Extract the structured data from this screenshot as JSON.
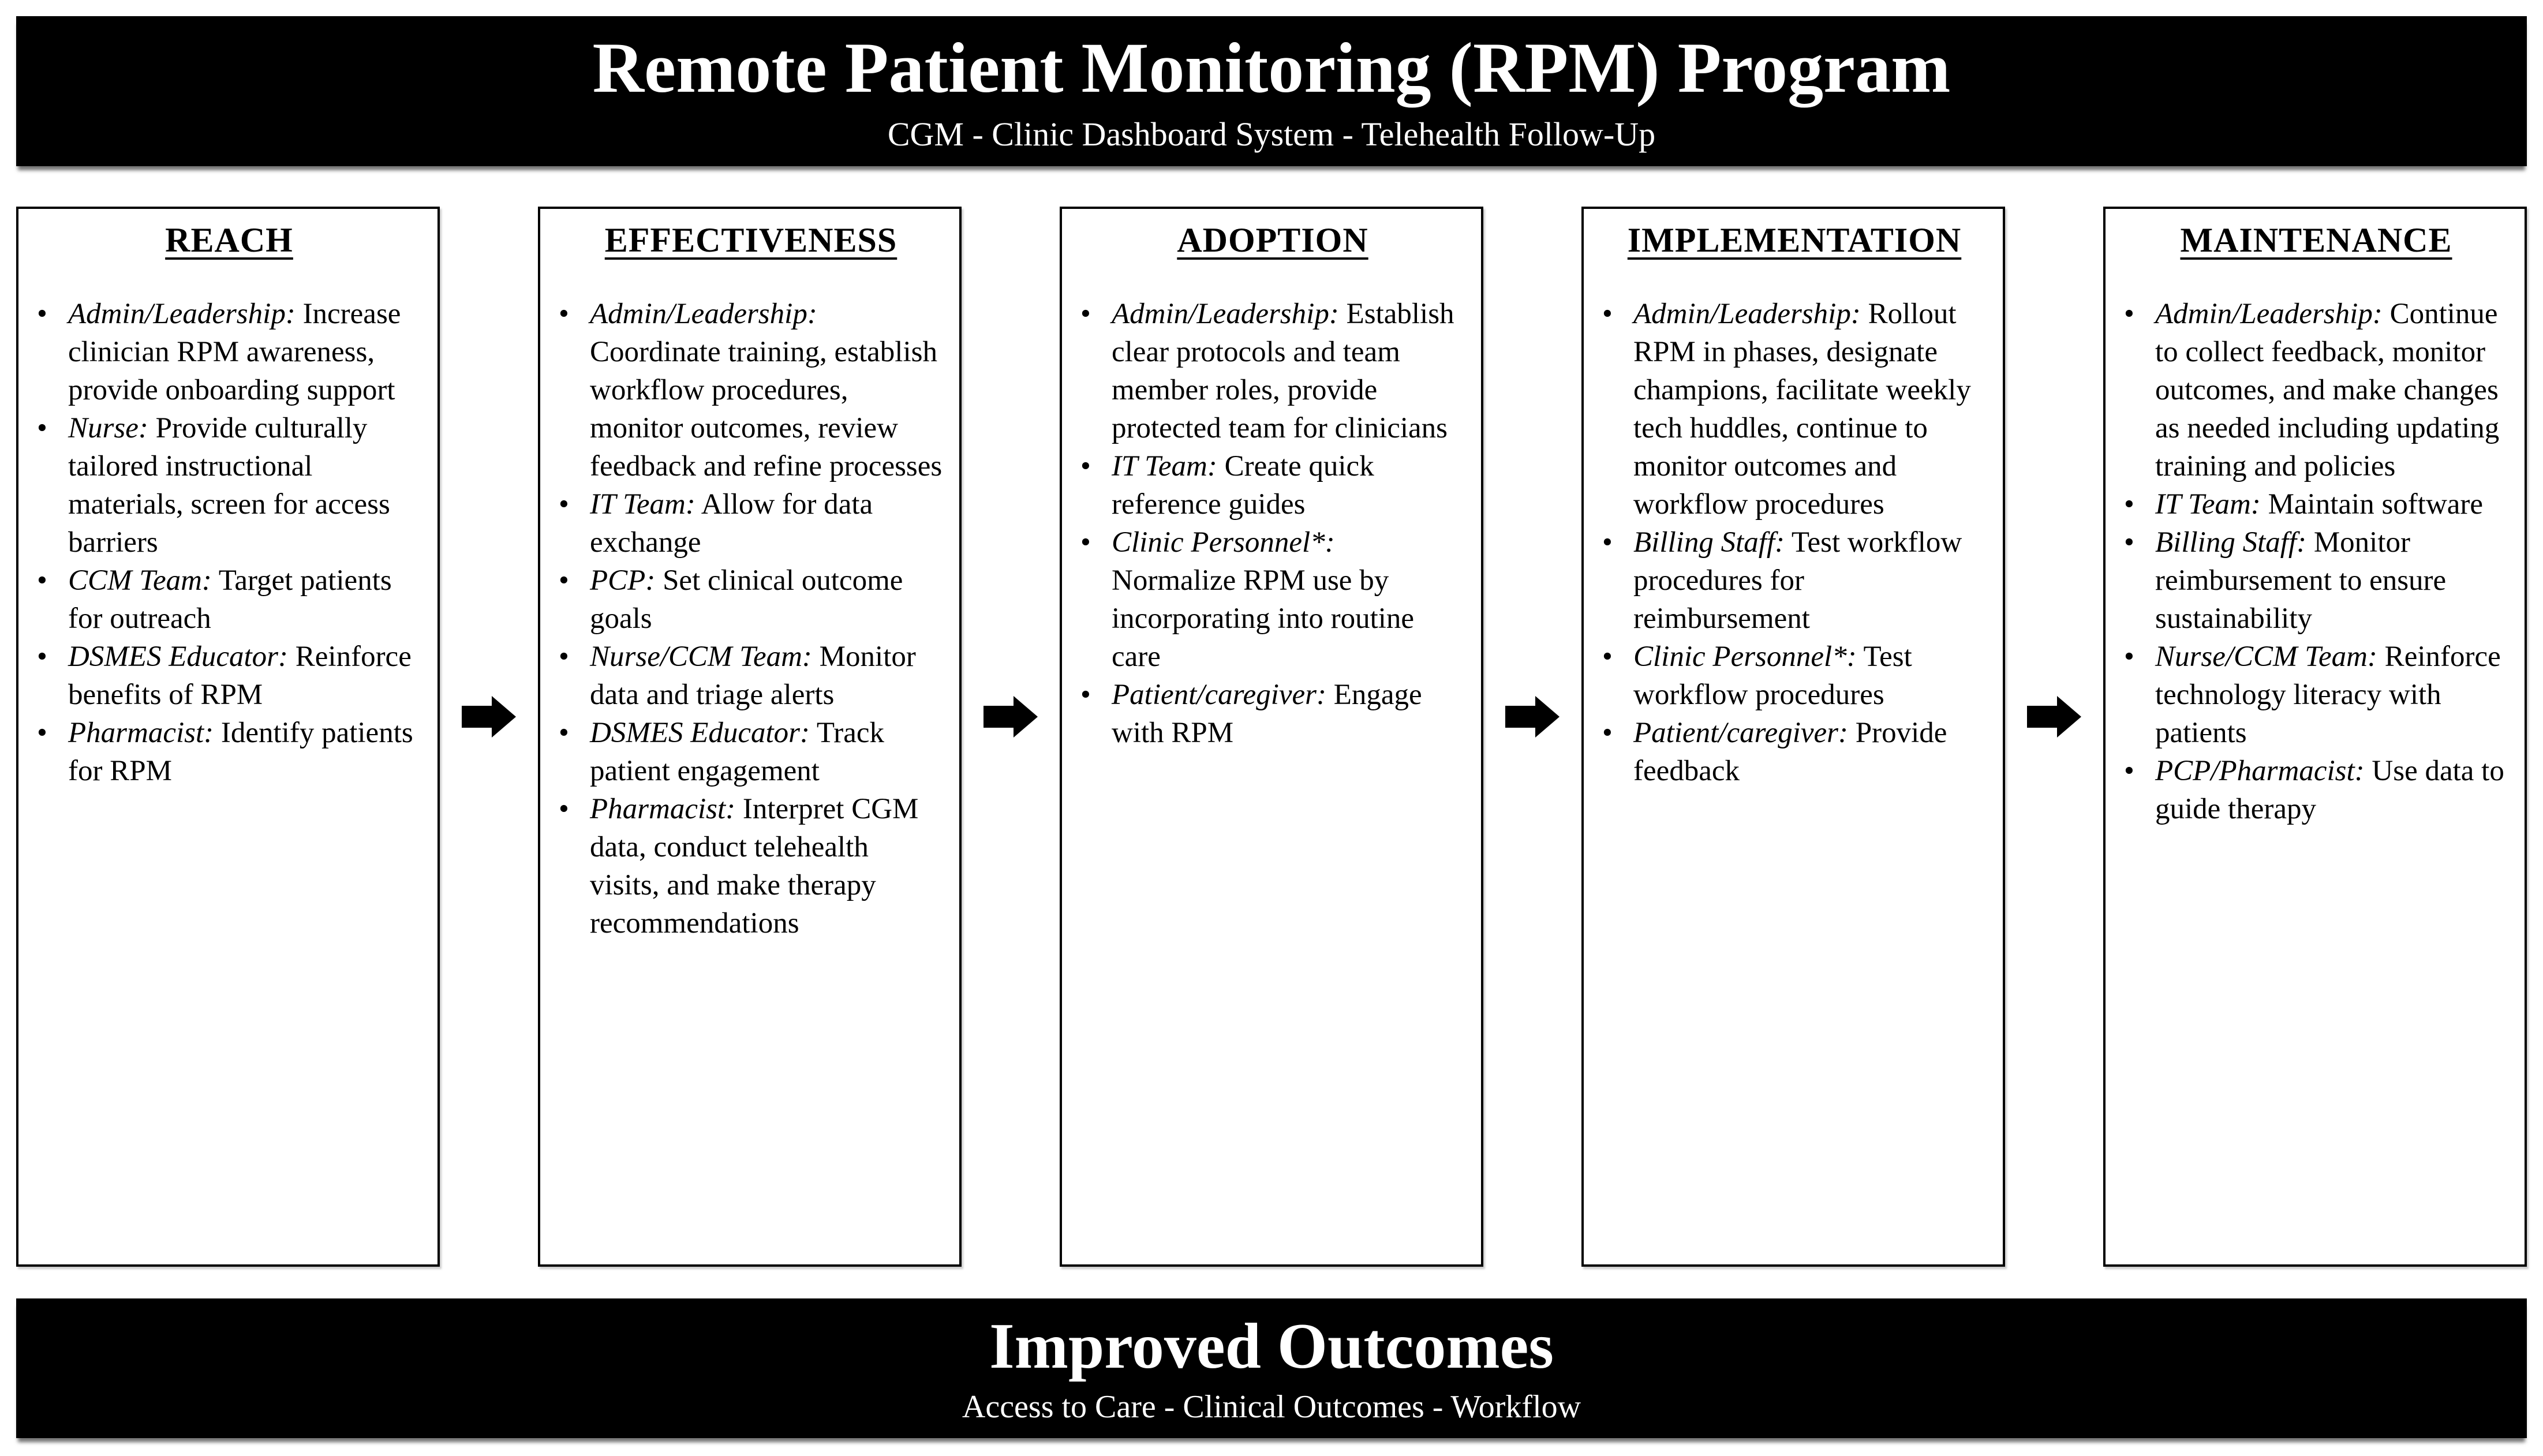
{
  "header": {
    "title": "Remote Patient Monitoring (RPM) Program",
    "subtitle": "CGM - Clinic Dashboard System - Telehealth Follow-Up"
  },
  "columns": [
    {
      "id": "reach",
      "title": "REACH",
      "items": [
        {
          "role": "Admin/Leadership:",
          "text": "Increase clinician RPM awareness, provide onboarding support"
        },
        {
          "role": "Nurse:",
          "text": "Provide culturally tailored instructional materials, screen for access barriers"
        },
        {
          "role": "CCM Team:",
          "text": "Target patients for outreach"
        },
        {
          "role": "DSMES Educator:",
          "text": "Reinforce benefits of RPM"
        },
        {
          "role": "Pharmacist:",
          "text": "Identify patients for RPM"
        }
      ]
    },
    {
      "id": "effectiveness",
      "title": "EFFECTIVENESS",
      "items": [
        {
          "role": "Admin/Leadership:",
          "text": "Coordinate training, establish workflow procedures, monitor outcomes, review feedback and refine processes"
        },
        {
          "role": "IT Team:",
          "text": "Allow for data exchange"
        },
        {
          "role": "PCP:",
          "text": "Set clinical outcome goals"
        },
        {
          "role": "Nurse/CCM Team:",
          "text": "Monitor data and triage alerts"
        },
        {
          "role": "DSMES Educator:",
          "text": "Track patient engagement"
        },
        {
          "role": "Pharmacist:",
          "text": "Interpret CGM data, conduct telehealth visits, and make therapy recommendations"
        }
      ]
    },
    {
      "id": "adoption",
      "title": "ADOPTION",
      "items": [
        {
          "role": "Admin/Leadership:",
          "text": "Establish clear protocols and team member roles, provide protected team for clinicians"
        },
        {
          "role": "IT Team:",
          "text": "Create quick reference guides"
        },
        {
          "role": "Clinic Personnel*:",
          "text": "Normalize RPM use by incorporating into routine care"
        },
        {
          "role": "Patient/caregiver:",
          "text": "Engage with RPM"
        }
      ]
    },
    {
      "id": "implementation",
      "title": "IMPLEMENTATION",
      "items": [
        {
          "role": "Admin/Leadership:",
          "text": "Rollout RPM in phases, designate champions, facilitate weekly tech huddles, continue to monitor outcomes and workflow procedures"
        },
        {
          "role": "Billing Staff:",
          "text": "Test workflow procedures for reimbursement"
        },
        {
          "role": "Clinic Personnel*:",
          "text": "Test workflow procedures"
        },
        {
          "role": "Patient/caregiver:",
          "text": "Provide feedback"
        }
      ]
    },
    {
      "id": "maintenance",
      "title": "MAINTENANCE",
      "items": [
        {
          "role": "Admin/Leadership:",
          "text": "Continue to collect feedback, monitor outcomes, and make changes as needed including updating training and policies"
        },
        {
          "role": "IT Team:",
          "text": "Maintain software"
        },
        {
          "role": "Billing Staff:",
          "text": "Monitor reimbursement to ensure sustainability"
        },
        {
          "role": "Nurse/CCM Team:",
          "text": "Reinforce technology literacy with patients"
        },
        {
          "role": "PCP/Pharmacist:",
          "text": "Use data to guide therapy"
        }
      ]
    }
  ],
  "footer": {
    "title": "Improved Outcomes",
    "subtitle": "Access to Care - Clinical Outcomes - Workflow"
  },
  "icons": {
    "flow_arrow": "right-block-arrow",
    "bullet": "•"
  },
  "colors": {
    "banner_bg": "#000000",
    "banner_text": "#ffffff",
    "box_border": "#000000",
    "text": "#000000",
    "background": "#ffffff"
  }
}
